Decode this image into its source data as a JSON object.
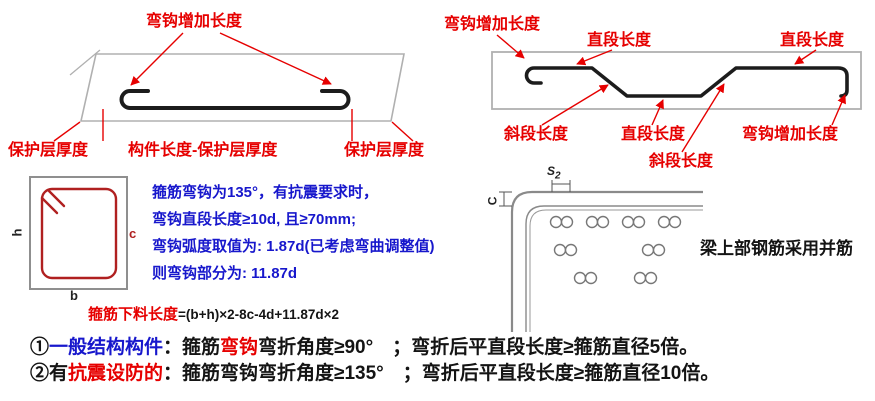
{
  "colors": {
    "red": "#e60000",
    "blue": "#1717cc",
    "dark_red": "#b02020",
    "bar": "#1c1c1c",
    "outline": "#b0b0b0",
    "gray_line": "#8a8a8a"
  },
  "straight_bar_diagram": {
    "hook_label": "弯钩增加长度",
    "cover_left_label": "保护层厚度",
    "member_length_label": "构件长度-保护层厚度",
    "cover_right_label": "保护层厚度"
  },
  "bent_bar_diagram": {
    "hook_top_label": "弯钩增加长度",
    "straight_top_left_label": "直段长度",
    "straight_top_right_label": "直段长度",
    "incline_left_label": "斜段长度",
    "straight_bottom_label": "直段长度",
    "hook_bottom_label": "弯钩增加长度",
    "incline_right_label": "斜段长度"
  },
  "stirrup_diagram": {
    "dim_h": "h",
    "dim_b": "b",
    "dim_c": "c"
  },
  "stirrup_notes": {
    "line1": "箍筋弯钩为135°，有抗震要求时，",
    "line2": "弯钩直段长度≥10d, 且≥70mm;",
    "line3": "弯钩弧度取值为: 1.87d(已考虑弯曲调整值)",
    "line4": "则弯钩部分为: 11.87d"
  },
  "formula": {
    "label": "箍筋下料长度",
    "expression": "=(b+h)×2-8c-4d+11.87d×2"
  },
  "corner_detail": {
    "s_label": "S",
    "s_sub": "2",
    "c_label": "C",
    "caption": "梁上部钢筋采用并筋"
  },
  "notes": {
    "item1": {
      "num": "①",
      "blue": "一般结构构件",
      "mid1": "：箍筋",
      "red": "弯钩",
      "mid2": "弯折角度≥90°",
      "tail": "　；弯折后平直段长度≥箍筋直径5倍。"
    },
    "item2": {
      "num": "②有",
      "red": "抗震设防的",
      "mid": "：箍筋弯钩弯折角度≥135°",
      "tail": "　；弯折后平直段长度≥箍筋直径10倍。"
    }
  }
}
